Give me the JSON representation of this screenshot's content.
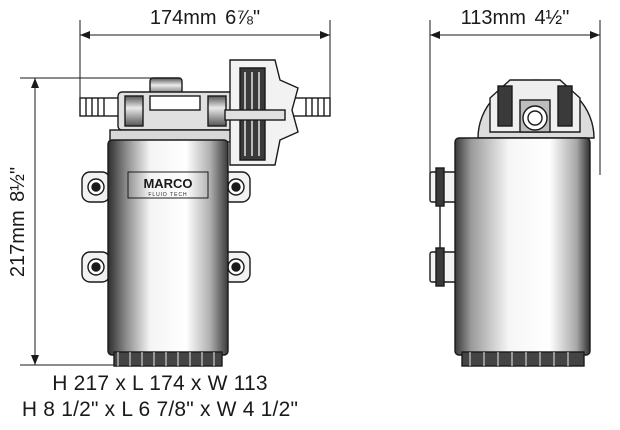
{
  "dimensions": {
    "length": {
      "metric": "174mm",
      "imperial": "6⅞\""
    },
    "width": {
      "metric": "113mm",
      "imperial": "4½\""
    },
    "height": {
      "metric": "217mm",
      "imperial": "8½\""
    }
  },
  "captions": {
    "metric": "H 217 x L 174 x W 113",
    "imperial": "H 8 1/2\" x L 6 7/8\" x W 4 1/2\""
  },
  "labels": {
    "brand": "MARCO",
    "brand_sub": "FLUID TECH"
  },
  "colors": {
    "line": "#1a1a1a",
    "body_light": "#e8e8e8",
    "body_dark": "#3a3a3a"
  }
}
